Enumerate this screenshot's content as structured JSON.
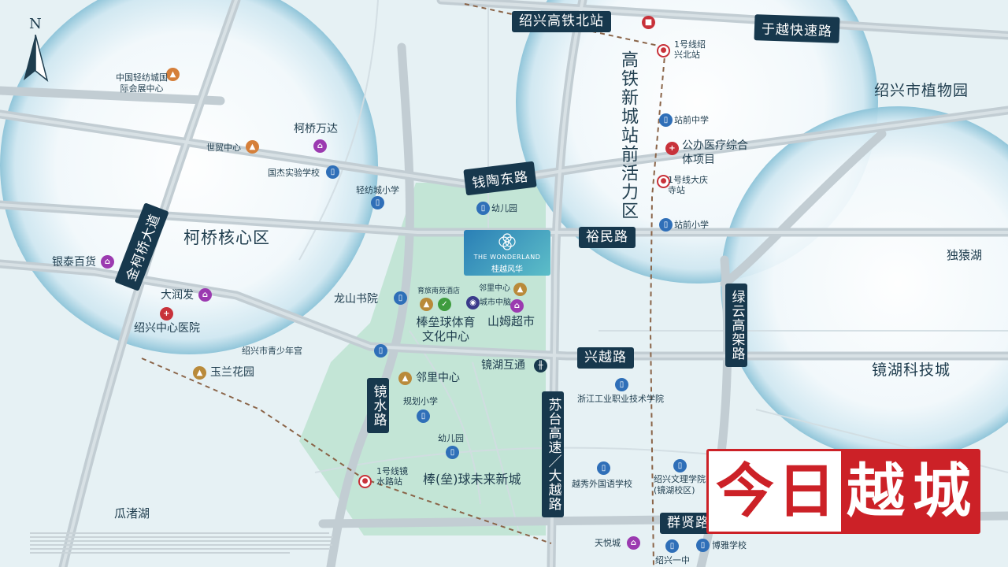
{
  "north_label": "N",
  "project": {
    "name_en": "THE WONDERLAND",
    "name_cn": "桂越风华"
  },
  "watermark": {
    "chars": [
      "今",
      "日",
      "越",
      "城"
    ]
  },
  "roads": {
    "jinke": "金柯桥大道",
    "qiantao": "钱陶东路",
    "yumin": "裕民路",
    "xingyue": "兴越路",
    "jingshui": "镜水路",
    "sutai": "苏台高速／大越路",
    "lvyun": "绿云高架路",
    "yuyue": "于越快速路",
    "qunxian": "群贤路"
  },
  "stations": {
    "north_rail": "绍兴高铁北站",
    "metro1_north": "1号线绍兴北站",
    "metro1_daqing": "1号线大庆寺站",
    "metro1_jingshui": "1号线镜水路站"
  },
  "districts": {
    "keqiao_core": "柯桥核心区",
    "gaotie_vertical": "高铁新城站前活力区",
    "botanical": "绍兴市植物园",
    "ducaohu": "独猿湖",
    "jinghu_tech": "镜湖科技城",
    "guazhuhu": "瓜渚湖",
    "bangqiu_newcity": "棒(垒)球未来新城"
  },
  "pois": {
    "textile_expo": "中国轻纺城国际会展中心",
    "keqiao_wanda": "柯桥万达",
    "world_trade": "世贸中心",
    "guojie_school": "国杰实验学校",
    "qingfang_primary": "轻纺城小学",
    "yintai": "银泰百货",
    "darunfa": "大润发",
    "central_hospital": "绍兴中心医院",
    "yulan_garden": "玉兰花园",
    "youth_palace": "绍兴市青少年宫",
    "longshan_academy": "龙山书院",
    "guanyuan_hotel": "育旅南苑酒店",
    "sports_center": "棒垒球体育文化中心",
    "neighbor_center_a": "邻里中心",
    "city_brain": "城市中脑",
    "sams": "山姆超市",
    "kindergarten_a": "幼儿园",
    "jinghu_interchange": "镜湖互通",
    "neighbor_center_b": "邻里中心",
    "planned_primary": "规划小学",
    "kindergarten_b": "幼儿园",
    "zhanqian_middle": "站前中学",
    "public_medical": "公办医疗综合体项目",
    "zhanqian_primary": "站前小学",
    "zj_industry_college": "浙江工业职业技术学院",
    "yuexiu_foreign": "越秀外国语学校",
    "wenli_college": "绍兴文理学院(镜湖校区)",
    "tianyue_city": "天悦城",
    "boyi_school": "博雅学校",
    "shaoxing_no1": "绍兴一中"
  },
  "colors": {
    "road": "#c2cdd3",
    "road_edge": "#d8e1e5",
    "rail": "#8a6448",
    "zone": "#bfe3d3",
    "bubble_edge": "#7fbcd3",
    "tag_bg": "#17384d",
    "watermark": "#cc2127"
  },
  "icons": {
    "school": "book-icon",
    "shop": "cart-icon",
    "center": "building-icon",
    "hospital": "cross-icon",
    "metro": "metro-icon",
    "rail": "train-icon"
  }
}
